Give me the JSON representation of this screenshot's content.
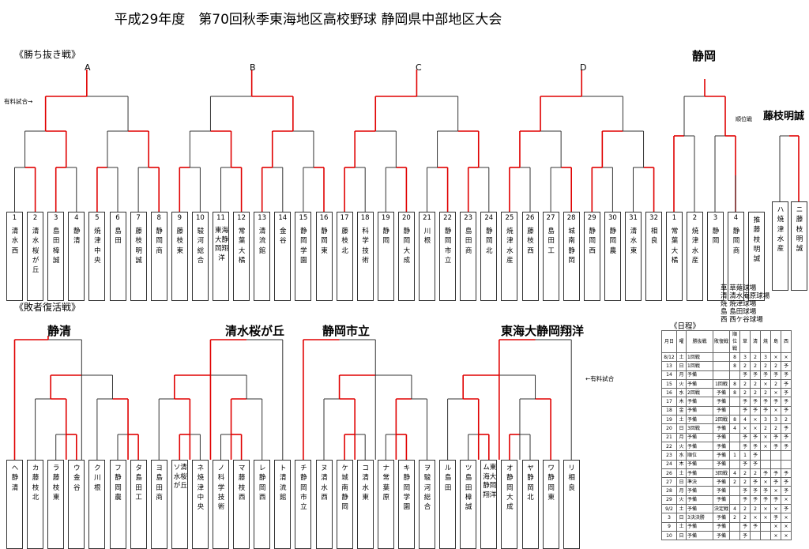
{
  "title": "平成29年度　第70回秋季東海地区高校野球 静岡県中部地区大会",
  "main_section_label": "《勝ち抜き戦》",
  "loser_section_label": "《敗者復活戦》",
  "paid_match_left": "有料試合→",
  "paid_match_right": "←有料試合",
  "block_labels": {
    "A": "A",
    "B": "B",
    "C": "C",
    "D": "D"
  },
  "main_teams": [
    {
      "num": "1",
      "name": "清水西"
    },
    {
      "num": "2",
      "name": "清水桜が丘"
    },
    {
      "num": "3",
      "name": "島田樟誠"
    },
    {
      "num": "4",
      "name": "静清"
    },
    {
      "num": "5",
      "name": "焼津中央"
    },
    {
      "num": "6",
      "name": "島田"
    },
    {
      "num": "7",
      "name": "藤枝明誠"
    },
    {
      "num": "8",
      "name": "静岡商"
    },
    {
      "num": "9",
      "name": "藤枝東"
    },
    {
      "num": "10",
      "name": "駿河総合"
    },
    {
      "num": "11",
      "name": "東海大静岡翔洋"
    },
    {
      "num": "12",
      "name": "常葉大橘"
    },
    {
      "num": "13",
      "name": "清流館"
    },
    {
      "num": "14",
      "name": "金谷"
    },
    {
      "num": "15",
      "name": "静岡学園"
    },
    {
      "num": "16",
      "name": "静岡東"
    },
    {
      "num": "17",
      "name": "藤枝北"
    },
    {
      "num": "18",
      "name": "科学技術"
    },
    {
      "num": "19",
      "name": "静岡"
    },
    {
      "num": "20",
      "name": "静岡大成"
    },
    {
      "num": "21",
      "name": "川根"
    },
    {
      "num": "22",
      "name": "静岡市立"
    },
    {
      "num": "23",
      "name": "島田商"
    },
    {
      "num": "24",
      "name": "静岡北"
    },
    {
      "num": "25",
      "name": "焼津水産"
    },
    {
      "num": "26",
      "name": "藤枝西"
    },
    {
      "num": "27",
      "name": "島田工"
    },
    {
      "num": "28",
      "name": "城南静岡"
    },
    {
      "num": "29",
      "name": "静岡西"
    },
    {
      "num": "30",
      "name": "静岡農"
    },
    {
      "num": "31",
      "name": "清水東"
    },
    {
      "num": "32",
      "name": "相良"
    }
  ],
  "rank_teams": [
    {
      "num": "1",
      "name": "常葉大橘"
    },
    {
      "num": "2",
      "name": "焼津水産"
    },
    {
      "num": "3",
      "name": "静岡"
    },
    {
      "num": "4",
      "name": "静岡商"
    },
    {
      "num": "",
      "name": "推藤枝明誠"
    },
    {
      "num": "",
      "name": "ハ焼津水産"
    },
    {
      "num": "",
      "name": "ニ藤枝明誠"
    }
  ],
  "winners": {
    "shizuoka": "静岡",
    "fujieda_meisei": "藤枝明誠",
    "seisei": "静清",
    "shimizu_sakura": "清水桜が丘",
    "shizuoka_shiritsu": "静岡市立",
    "tokai_shoyo": "東海大静岡翔洋"
  },
  "rank_note": "順位戦",
  "loser_teams": [
    "ヘ静清",
    "カ藤枝北",
    "ラ藤枝東",
    "ウ金谷",
    "ク川根",
    "フ静岡農",
    "タ島田工",
    "ヨ島田商",
    "ソ清水桜が丘",
    "ネ焼津中央",
    "ノ科学技術",
    "マ藤枝西",
    "レ静岡西",
    "ト清流館",
    "チ静岡市立",
    "ヌ清水西",
    "ケ城南静岡",
    "コ清水東",
    "ナ常葉原",
    "キ静岡学園",
    "ヲ駿河総合",
    "ル島田",
    "ツ島田樟誠",
    "ム東海大静岡翔洋",
    "オ静岡大成",
    "ヤ静岡北",
    "ワ静岡東",
    "リ相良"
  ],
  "venue_legend": [
    "草 草薙球場",
    "清 清水庵原球場",
    "焼 焼津球場",
    "島 島田球場",
    "西 西ケ谷球場"
  ],
  "schedule_title": "《日程》",
  "schedule_headers": [
    "月日",
    "曜",
    "勝抜戦",
    "敗復戦",
    "順位戦",
    "草",
    "清",
    "焼",
    "島",
    "西"
  ],
  "schedule_rows": [
    [
      "8/12",
      "土",
      "1回戦",
      "",
      "",
      "8",
      "3",
      "2",
      "3",
      "×",
      "×"
    ],
    [
      "13",
      "日",
      "1回戦",
      "",
      "",
      "8",
      "2",
      "2",
      "2",
      "2",
      "予"
    ],
    [
      "14",
      "月",
      "予備",
      "",
      "",
      "",
      "予",
      "予",
      "予",
      "予",
      "予"
    ],
    [
      "15",
      "火",
      "予備",
      "1回戦",
      "",
      "8",
      "2",
      "2",
      "×",
      "2",
      "予"
    ],
    [
      "16",
      "水",
      "2回戦",
      "予備",
      "",
      "8",
      "2",
      "2",
      "2",
      "×",
      "予"
    ],
    [
      "17",
      "木",
      "予備",
      "予備",
      "",
      "",
      "予",
      "予",
      "予",
      "予",
      "予"
    ],
    [
      "18",
      "金",
      "予備",
      "予備",
      "",
      "",
      "予",
      "予",
      "予",
      "×",
      "予"
    ],
    [
      "19",
      "土",
      "予備",
      "2回戦",
      "",
      "8",
      "4",
      "×",
      "3",
      "3",
      "2"
    ],
    [
      "20",
      "日",
      "3回戦",
      "予備",
      "",
      "4",
      "×",
      "×",
      "2",
      "2",
      "予"
    ],
    [
      "21",
      "月",
      "予備",
      "予備",
      "",
      "",
      "予",
      "予",
      "×",
      "予",
      "予"
    ],
    [
      "22",
      "火",
      "予備",
      "予備",
      "",
      "",
      "予",
      "予",
      "×",
      "予",
      "予"
    ],
    [
      "23",
      "水",
      "順位",
      "予備",
      "",
      "1",
      "1",
      "予",
      "",
      "",
      ""
    ],
    [
      "24",
      "木",
      "予備",
      "予備",
      "",
      "",
      "予",
      "予",
      "",
      "",
      ""
    ],
    [
      "26",
      "土",
      "予備",
      "3回戦",
      "",
      "4",
      "2",
      "2",
      "予",
      "予",
      "予"
    ],
    [
      "27",
      "日",
      "準決",
      "予備",
      "",
      "2",
      "2",
      "予",
      "×",
      "予",
      "予"
    ],
    [
      "28",
      "月",
      "予備",
      "予備",
      "",
      "",
      "予",
      "予",
      "予",
      "×",
      "予"
    ],
    [
      "29",
      "火",
      "予備",
      "予備",
      "",
      "",
      "予",
      "予",
      "予",
      "予",
      "×"
    ],
    [
      "9/2",
      "土",
      "予備",
      "決定戦",
      "",
      "4",
      "2",
      "2",
      "×",
      "×",
      "予"
    ],
    [
      "3",
      "日",
      "3決決勝",
      "予備",
      "",
      "2",
      "2",
      "×",
      "×",
      "予",
      "×"
    ],
    [
      "9",
      "土",
      "予備",
      "予備",
      "",
      "",
      "予",
      "予",
      "",
      "×",
      "×"
    ],
    [
      "10",
      "日",
      "予備",
      "予備",
      "",
      "",
      "予",
      "",
      "",
      "×",
      "×"
    ]
  ],
  "colors": {
    "win_line": "#e00000",
    "line": "#333333",
    "blue_date": "#1a1acc"
  }
}
